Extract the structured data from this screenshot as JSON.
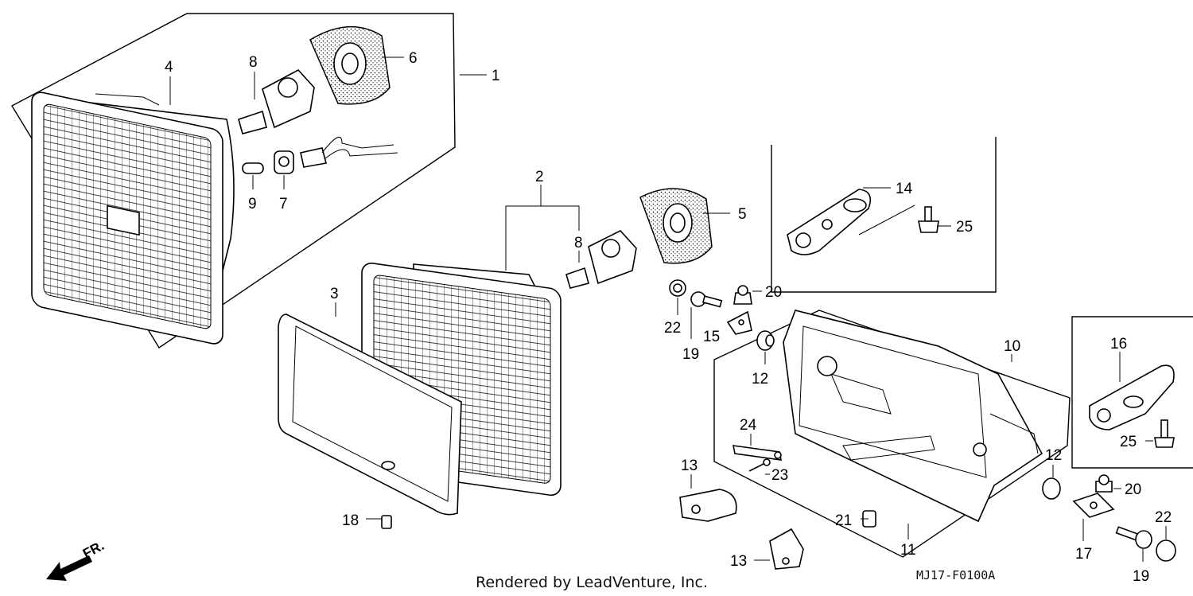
{
  "callouts": {
    "c1": "1",
    "c2": "2",
    "c3": "3",
    "c4": "4",
    "c5": "5",
    "c6": "6",
    "c7": "7",
    "c8a": "8",
    "c8b": "8",
    "c9": "9",
    "c10": "10",
    "c11": "11",
    "c12a": "12",
    "c12b": "12",
    "c13a": "13",
    "c13b": "13",
    "c14": "14",
    "c15": "15",
    "c16": "16",
    "c17": "17",
    "c18": "18",
    "c19a": "19",
    "c19b": "19",
    "c20a": "20",
    "c20b": "20",
    "c21": "21",
    "c22a": "22",
    "c22b": "22",
    "c23": "23",
    "c24": "24",
    "c25a": "25",
    "c25b": "25"
  },
  "direction_label": "FR.",
  "footer_text": "Rendered by LeadVenture, Inc.",
  "diagram_code": "MJ17-F0100A"
}
